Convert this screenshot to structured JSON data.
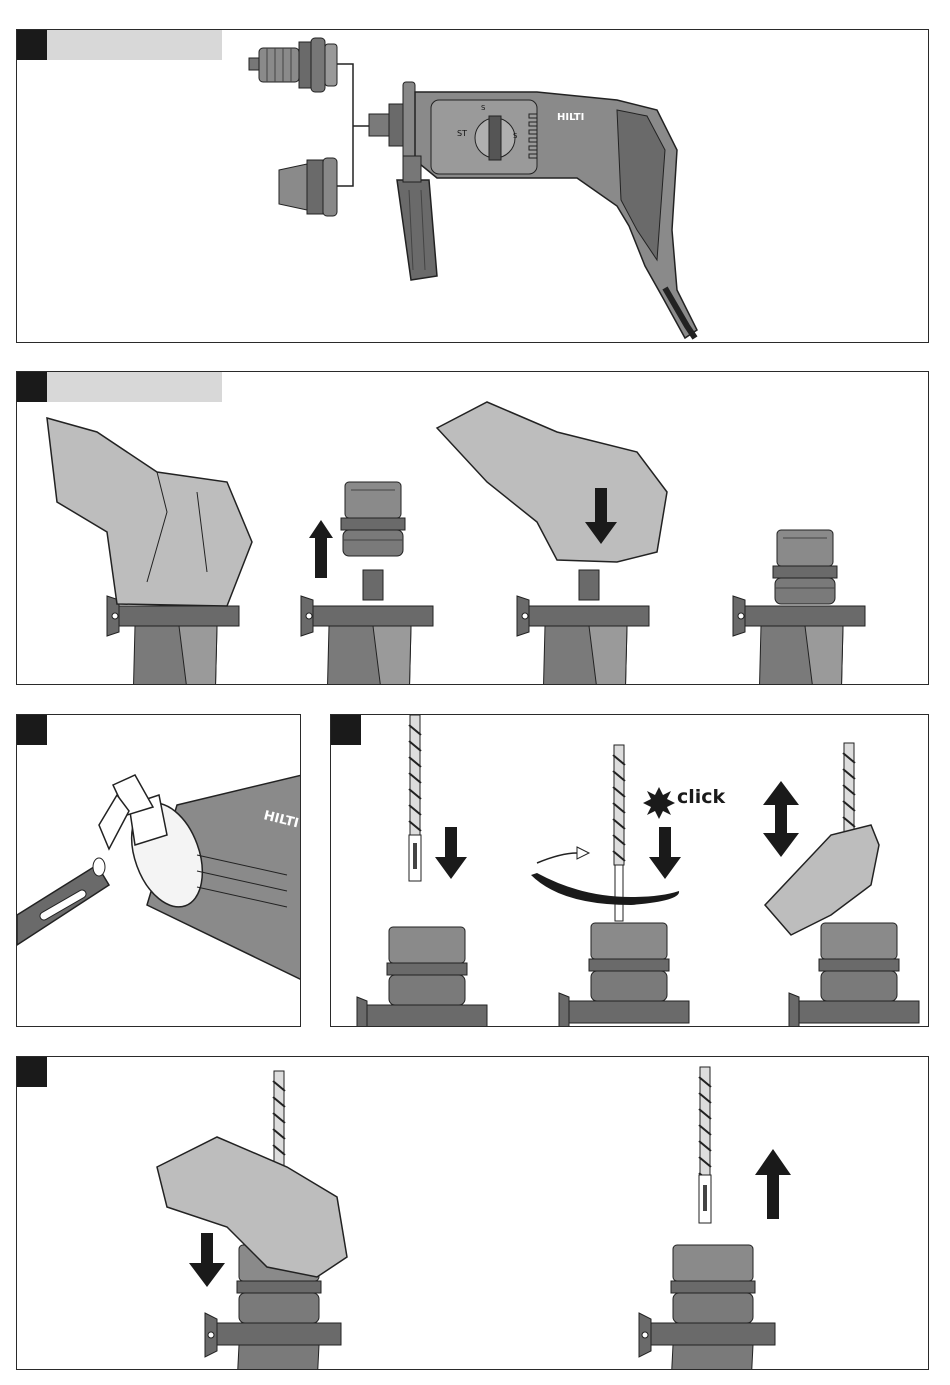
{
  "panels": [
    {
      "id": "1",
      "title_bar": "",
      "content": "tool-overview"
    },
    {
      "id": "2",
      "title_bar": "",
      "content": "chuck-change"
    },
    {
      "id": "3",
      "title_bar": "",
      "content": "grease-shank"
    },
    {
      "id": "4",
      "title_bar": "",
      "content": "insert-bit"
    },
    {
      "id": "5",
      "title_bar": "",
      "content": "remove-bit"
    }
  ],
  "labels": {
    "brand": "HILTI",
    "brand_grease": "HILTI",
    "selector_st": "ST",
    "selector_s_top": "S",
    "selector_s_right": "S",
    "click": "click"
  },
  "colors": {
    "tool_grey": "#8a8a8a",
    "tool_dark": "#6a6a6a",
    "glove": "#bdbdbd",
    "ink": "#1a1a1a",
    "marker": "#1a1a1a",
    "title_bar": "#d8d8d8"
  },
  "icons": [
    "arrow-up-icon",
    "arrow-down-icon",
    "double-arrow-icon",
    "rotate-arrow-icon",
    "click-burst-icon"
  ]
}
